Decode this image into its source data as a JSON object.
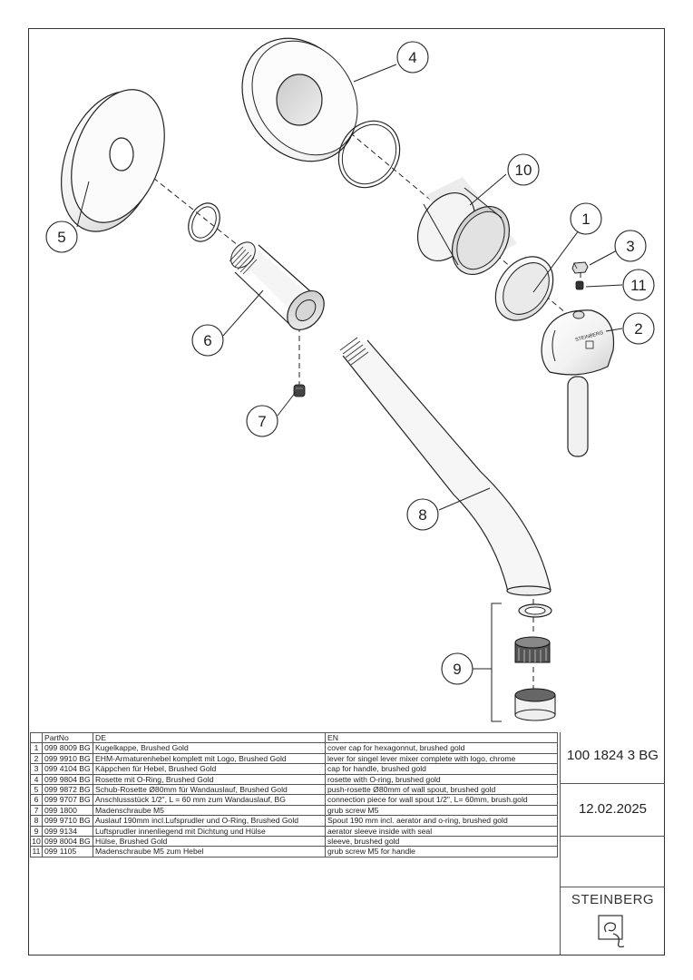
{
  "callouts": [
    "1",
    "2",
    "3",
    "4",
    "5",
    "6",
    "7",
    "8",
    "9",
    "10",
    "11"
  ],
  "lever_logo_text": "STEINBERG",
  "table": {
    "headers": {
      "idx": "",
      "part_no": "PartNo",
      "de": "DE",
      "en": "EN"
    },
    "rows": [
      {
        "idx": "1",
        "part_no": "099 8009 BG",
        "de": "Kugelkappe, Brushed Gold",
        "en": "cover cap for hexagonnut, brushed gold"
      },
      {
        "idx": "2",
        "part_no": "099 9910 BG",
        "de": "EHM-Armaturenhebel komplett mit Logo, Brushed Gold",
        "en": "lever for singel lever mixer complete with logo, chrome"
      },
      {
        "idx": "3",
        "part_no": "099 4104 BG",
        "de": "Käppchen für Hebel, Brushed Gold",
        "en": "cap for handle, brushed gold"
      },
      {
        "idx": "4",
        "part_no": "099 9804 BG",
        "de": "Rosette mit O-Ring, Brushed Gold",
        "en": "rosette with O-ring, brushed gold"
      },
      {
        "idx": "5",
        "part_no": "099 9872 BG",
        "de": "Schub-Rosette Ø80mm für Wandauslauf, Brushed Gold",
        "en": "push-rosette Ø80mm of wall spout, brushed gold"
      },
      {
        "idx": "6",
        "part_no": "099 9707 BG",
        "de": "Anschlussstück 1/2\", L = 60 mm zum Wandauslauf, BG",
        "en": "connection piece for wall spout 1/2\", L= 60mm, brush.gold"
      },
      {
        "idx": "7",
        "part_no": "099 1800",
        "de": "Madenschraube M5",
        "en": "grub screw M5"
      },
      {
        "idx": "8",
        "part_no": "099 9710 BG",
        "de": "Auslauf 190mm incl.Lufsprudler und O-Ring, Brushed Gold",
        "en": "Spout 190 mm incl. aerator and o-ring, brushed gold"
      },
      {
        "idx": "9",
        "part_no": "099 9134",
        "de": "Luftsprudler innenliegend mit Dichtung und Hülse",
        "en": "aerator sleeve inside with seal"
      },
      {
        "idx": "10",
        "part_no": "099 8004 BG",
        "de": "Hülse, Brushed Gold",
        "en": "sleeve, brushed gold"
      },
      {
        "idx": "11",
        "part_no": "099 1105",
        "de": "Madenschraube M5 zum Hebel",
        "en": "grub screw M5 for handle"
      }
    ]
  },
  "title_block": {
    "article_number": "100 1824 3 BG",
    "date": "12.02.2025",
    "brand": "STEINBERG"
  }
}
